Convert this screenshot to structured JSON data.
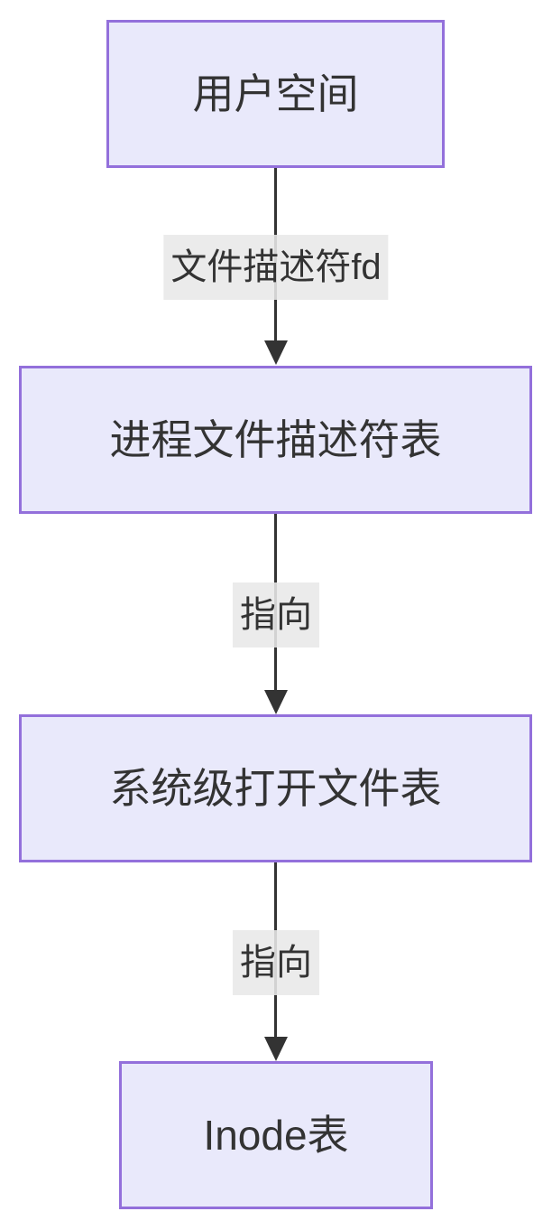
{
  "diagram": {
    "type": "flowchart-top-down",
    "colors": {
      "background": "#ffffff",
      "node_fill": "#e9e9fb",
      "node_border": "#9370DB",
      "node_text": "#333333",
      "edge_line": "#333333",
      "edge_label_bg": "#e8e8e8",
      "edge_label_text": "#333333"
    },
    "nodes": [
      {
        "id": "user-space",
        "label": "用户空间"
      },
      {
        "id": "process-fd-table",
        "label": "进程文件描述符表"
      },
      {
        "id": "system-open-file-table",
        "label": "系统级打开文件表"
      },
      {
        "id": "inode-table",
        "label": "Inode表"
      }
    ],
    "edges": [
      {
        "from": "user-space",
        "to": "process-fd-table",
        "label": "文件描述符fd"
      },
      {
        "from": "process-fd-table",
        "to": "system-open-file-table",
        "label": "指向"
      },
      {
        "from": "system-open-file-table",
        "to": "inode-table",
        "label": "指向"
      }
    ]
  }
}
